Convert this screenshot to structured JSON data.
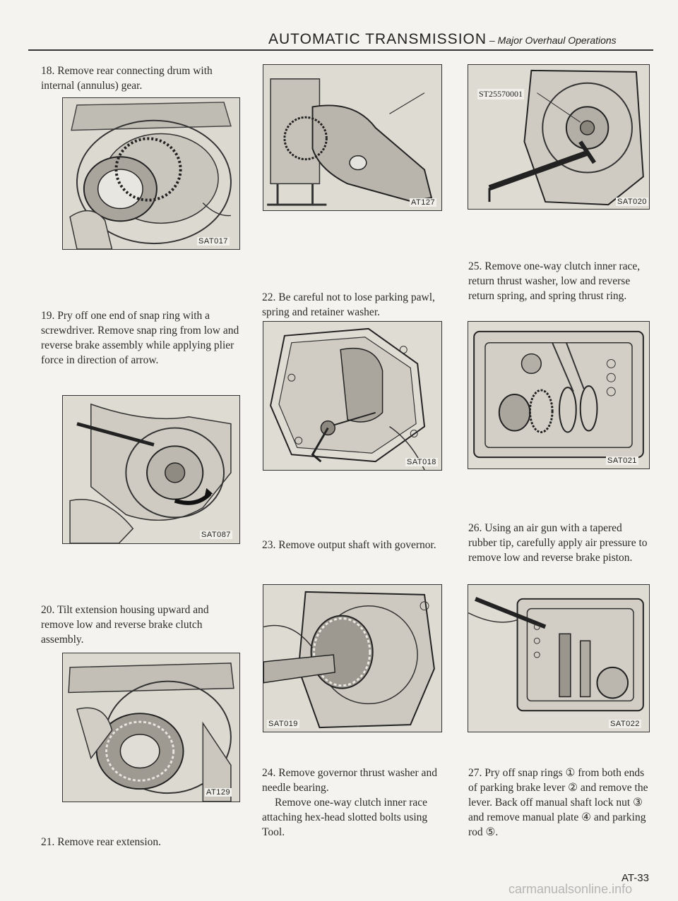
{
  "header": {
    "title": "AUTOMATIC TRANSMISSION",
    "subtitle": " – Major Overhaul Operations"
  },
  "steps": {
    "s18": "18. Remove rear connecting drum with internal (annulus) gear.",
    "s19": "19. Pry off one end of snap ring with a screwdriver. Remove snap ring from low and reverse brake assembly while applying plier force in direction of arrow.",
    "s20": "20. Tilt extension housing upward and remove low and reverse brake clutch assembly.",
    "s21": "21. Remove rear extension.",
    "s22": "22. Be careful not to lose parking pawl, spring and retainer washer.",
    "s23": "23. Remove output shaft with governor.",
    "s24a": "24. Remove governor thrust washer and needle bearing.",
    "s24b": "Remove one-way clutch inner race attaching hex-head slotted bolts using Tool.",
    "s25": "25. Remove one-way clutch inner race, return thrust washer, low and reverse return spring, and spring thrust ring.",
    "s26": "26. Using an air gun with a tapered rubber tip, carefully apply air pressure to remove low and reverse brake piston.",
    "s27": "27. Pry off snap rings ① from both ends of parking brake lever ② and remove the lever. Back off manual shaft lock nut ③ and remove manual plate ④ and parking rod ⑤."
  },
  "figures": {
    "f1": "SAT017",
    "f2": "SAT087",
    "f3": "AT129",
    "f4": "AT127",
    "f5": "SAT018",
    "f6": "SAT019",
    "f7": "SAT020",
    "f8": "SAT021",
    "f9": "SAT022",
    "tool": "ST25570001"
  },
  "footer": {
    "page": "AT-33",
    "watermark": "carmanualsonline.info"
  }
}
